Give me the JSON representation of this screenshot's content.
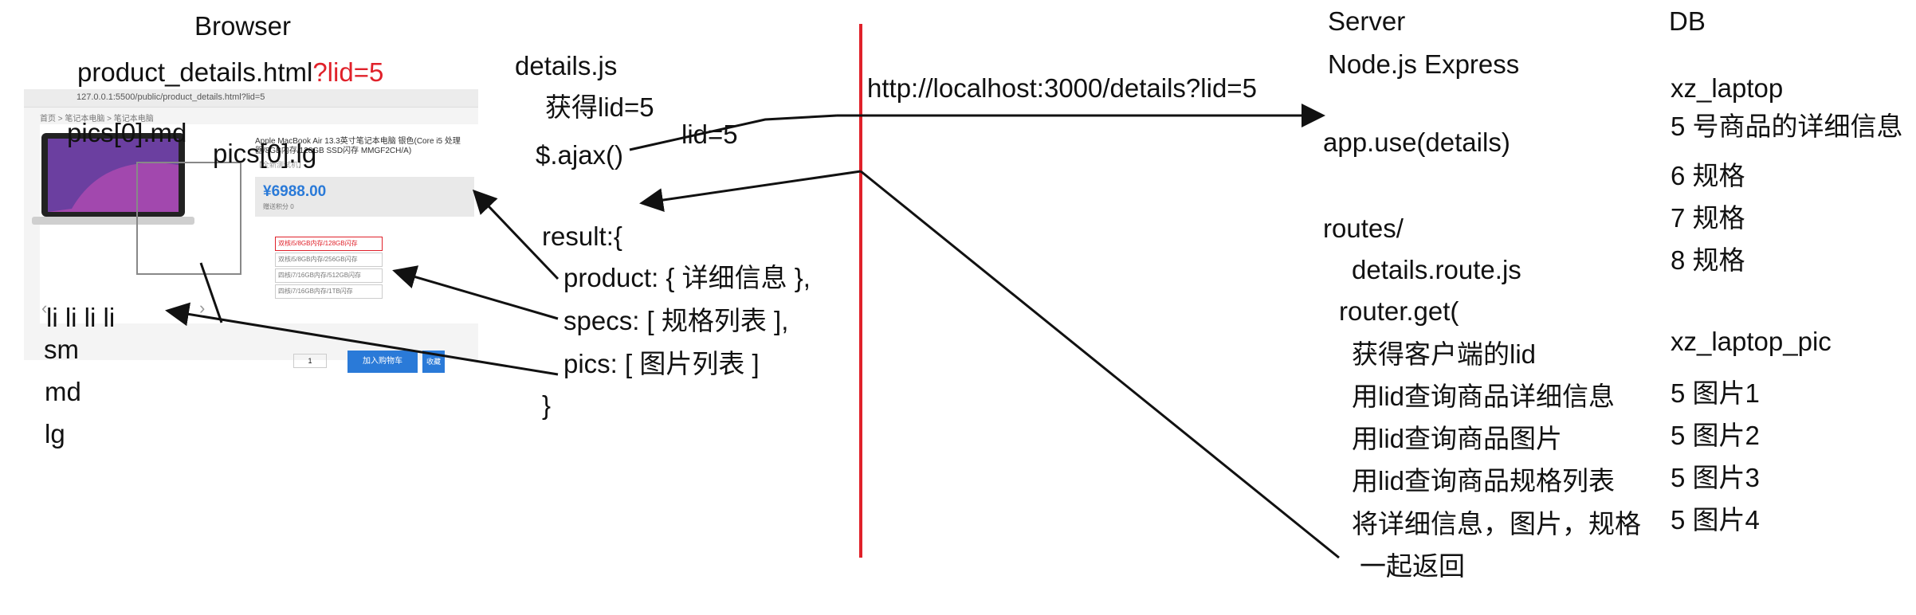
{
  "browser": {
    "heading": "Browser",
    "page_name": "product_details.html",
    "page_query": "?lid=5",
    "screenshot": {
      "url": "127.0.0.1:5500/public/product_details.html?lid=5",
      "breadcrumb": "首页 > 笔记本电脑 > 笔记本电脑",
      "title": "Apple MacBook Air 13.3英寸笔记本电脑 银色(Core i5 处理器/8GB内存/128GB SSD闪存 MMGF2CH/A)",
      "subtitle": "【全新测试机】",
      "price": "¥6988.00",
      "price_note": "赠送积分 0",
      "specs": [
        "双核i5/8GB内存/128GB闪存",
        "双核i5/8GB内存/256GB闪存",
        "四核i7/16GB内存/512GB闪存",
        "四核i7/16GB内存/1TB闪存"
      ],
      "qty": "1",
      "cart_label": "加入购物车",
      "fav_label": "收藏"
    },
    "labels": {
      "md": "pics[0].md",
      "lg": "pics[0].lg",
      "li": "li li li li",
      "sm": "sm",
      "md2": "md",
      "lg2": "lg"
    }
  },
  "client": {
    "file": "details.js",
    "get_lid": "获得lid=5",
    "ajax": "$.ajax()",
    "lid_label": "lid=5",
    "result_open": "result:{",
    "product": "product: { 详细信息 },",
    "specs": "specs: [ 规格列表 ],",
    "pics": "pics: [ 图片列表 ]",
    "result_close": "}"
  },
  "request_url": "http://localhost:3000/details?lid=5",
  "server": {
    "heading": "Server",
    "framework": "Node.js Express",
    "app_use": "app.use(details)",
    "routes_dir": "routes/",
    "route_file": "details.route.js",
    "router_get": "router.get(",
    "steps": [
      "获得客户端的lid",
      "用lid查询商品详细信息",
      "用lid查询商品图片",
      "用lid查询商品规格列表",
      "将详细信息，图片，规格",
      "一起返回"
    ]
  },
  "db": {
    "heading": "DB",
    "table1": "xz_laptop",
    "rows1": [
      "5  号商品的详细信息",
      "6   规格",
      "7   规格",
      "8   规格"
    ],
    "table2": "xz_laptop_pic",
    "rows2": [
      "5  图片1",
      "5  图片2",
      "5  图片3",
      "5  图片4"
    ]
  },
  "colors": {
    "divider": "#e0212a",
    "ink": "#111111",
    "highlight": "#e0212a",
    "price_blue": "#2a7ad8"
  }
}
